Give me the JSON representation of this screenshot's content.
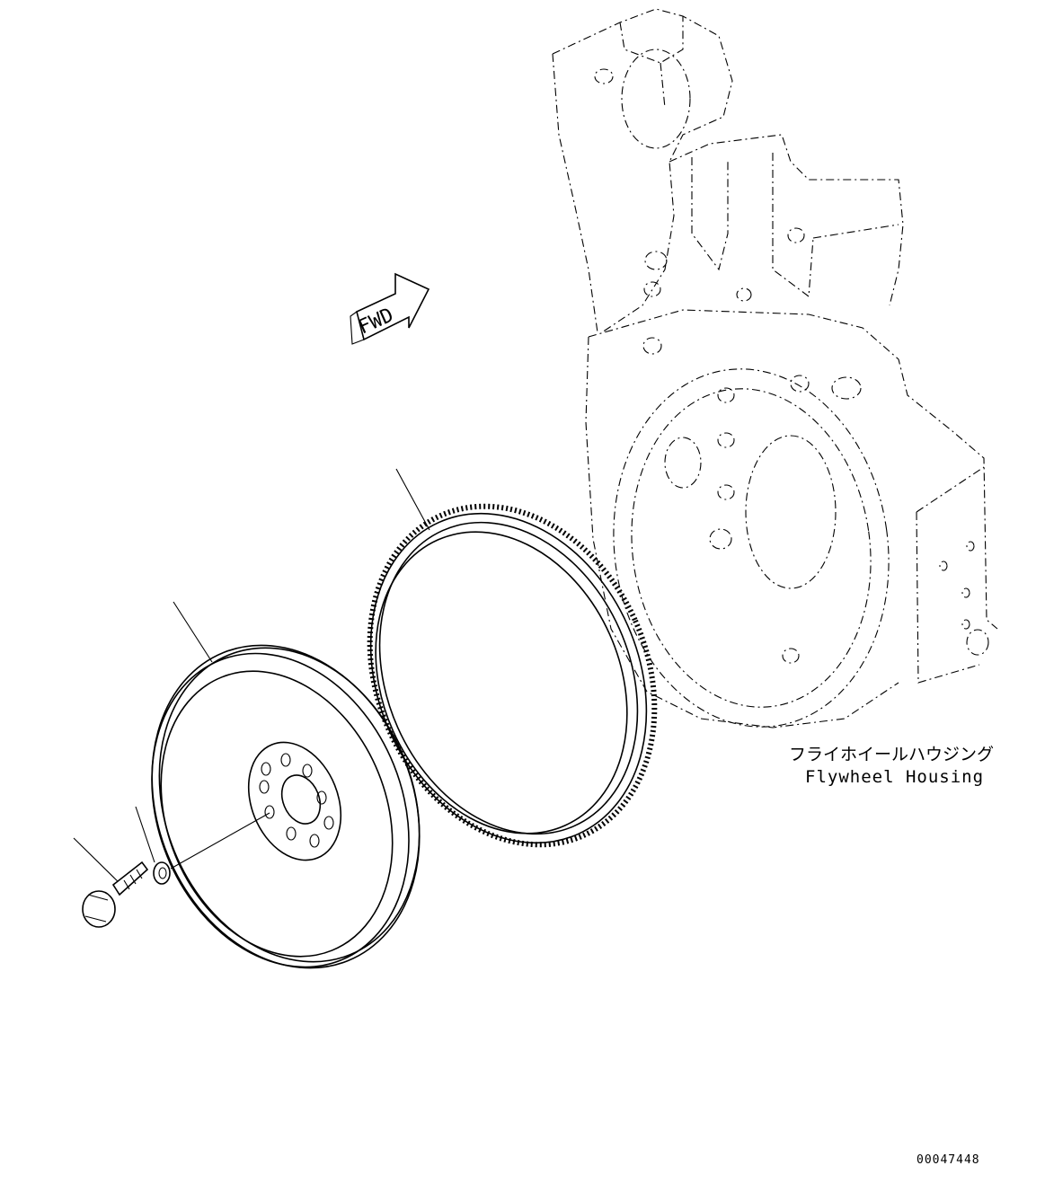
{
  "labels": {
    "housing_jp": "フライホイールハウジング",
    "housing_en": "Flywheel Housing",
    "fwd": "FWD",
    "drawing_number": "00047448"
  },
  "parts": [
    {
      "name": "bolt"
    },
    {
      "name": "washer"
    },
    {
      "name": "flywheel"
    },
    {
      "name": "ring-gear"
    },
    {
      "name": "flywheel-housing"
    }
  ]
}
